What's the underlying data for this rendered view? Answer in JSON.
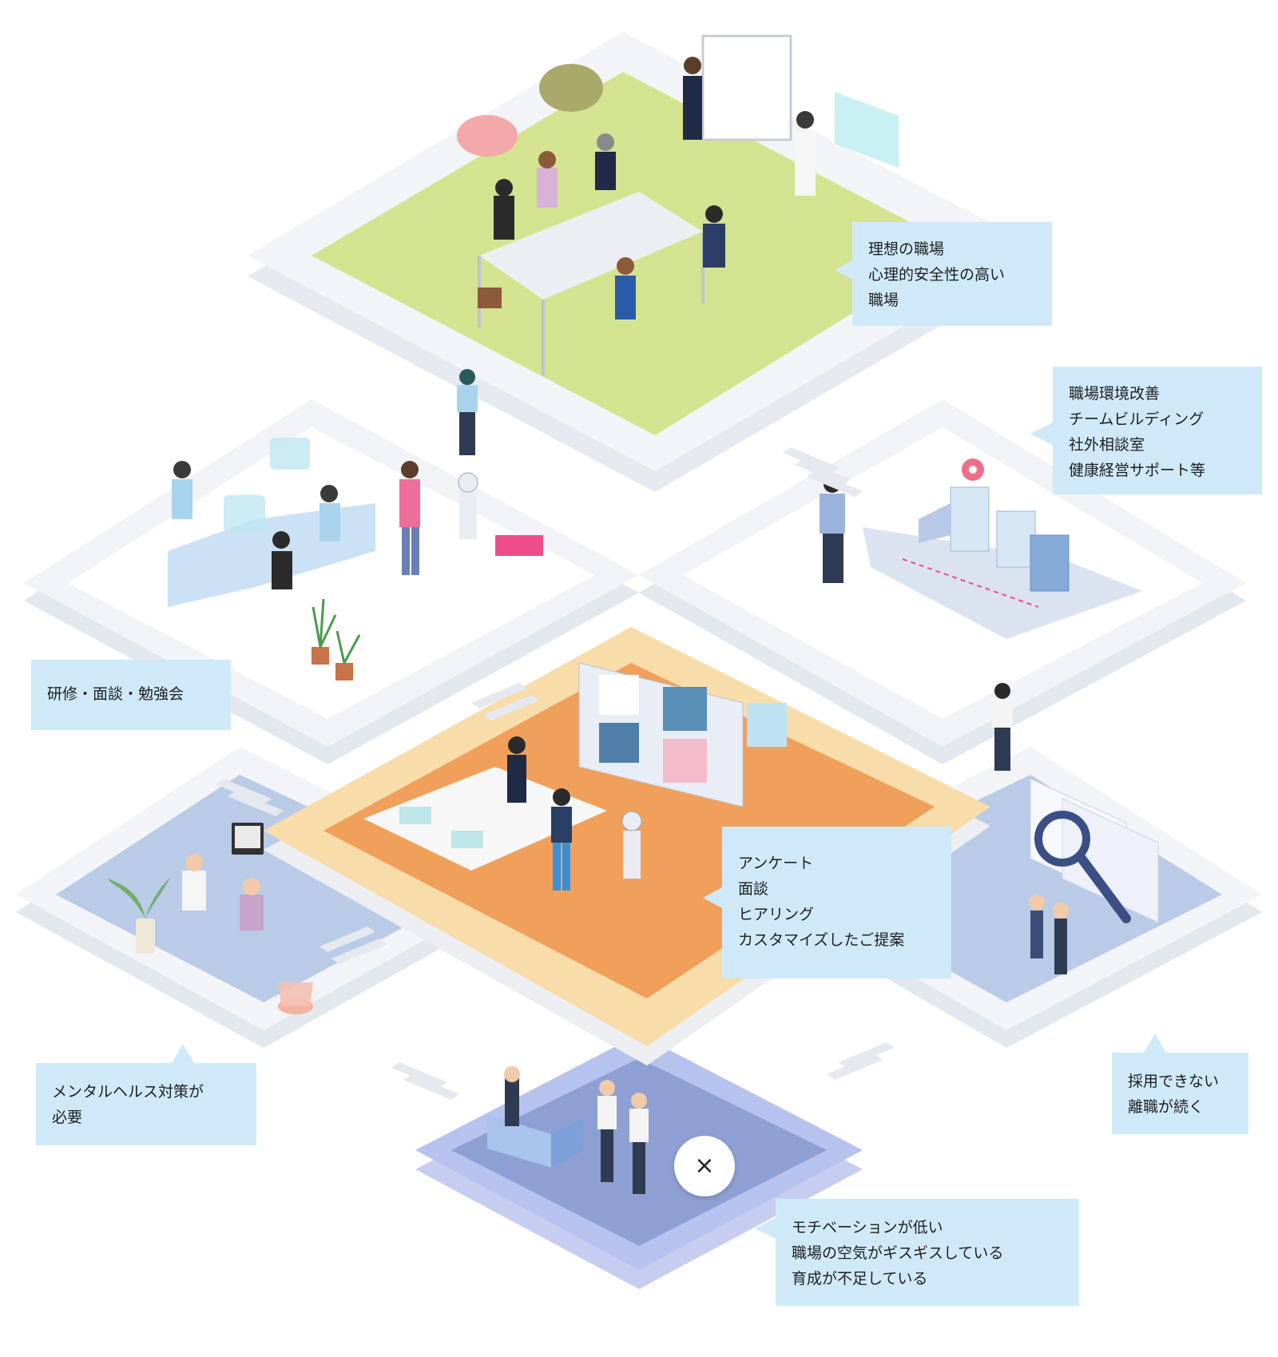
{
  "callouts": {
    "ideal": {
      "lines": [
        "理想の職場",
        "心理的安全性の高い",
        "職場"
      ]
    },
    "support": {
      "lines": [
        "職場環境改善",
        "チームビルディング",
        "社外相談室",
        "健康経営サポート等"
      ]
    },
    "training": {
      "lines": [
        "研修・面談・勉強会"
      ]
    },
    "consult": {
      "lines": [
        "アンケート",
        "面談",
        "ヒアリング",
        "カスタマイズしたご提案"
      ]
    },
    "mental": {
      "lines": [
        "メンタルヘルス対策が",
        "必要"
      ]
    },
    "hiring": {
      "lines": [
        "採用できない",
        "離職が続く"
      ]
    },
    "problems": {
      "lines": [
        "モチベーションが低い",
        "職場の空気がギスギスしている",
        "育成が不足している"
      ]
    }
  },
  "marker": {
    "symbol": "×",
    "icon": "close-icon"
  },
  "colors": {
    "callout_bg": "#cfe9f9",
    "top_floor": "#d4e38f",
    "center_floor": "#f0a05a",
    "center_rim": "#f8dca9",
    "side_floor": "#b9cbe6",
    "bottom_floor": "#8d9fd3",
    "base": "#eef0f4"
  }
}
